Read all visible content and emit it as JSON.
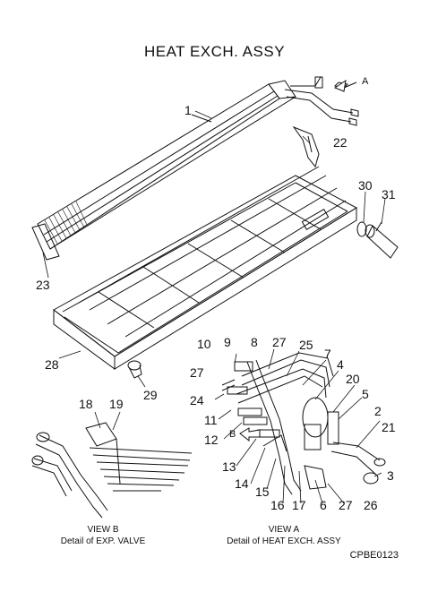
{
  "title": "HEAT EXCH. ASSY",
  "view_arrows": {
    "a": "A",
    "b": "B"
  },
  "labels": [
    "1",
    "22",
    "30",
    "31",
    "23",
    "28",
    "29",
    "10",
    "9",
    "8",
    "27",
    "25",
    "7",
    "4",
    "20",
    "5",
    "2",
    "21",
    "3",
    "27",
    "24",
    "11",
    "12",
    "13",
    "14",
    "15",
    "16",
    "17",
    "6",
    "27",
    "26",
    "18",
    "19"
  ],
  "captions": {
    "view_b_title": "VIEW B",
    "view_b_detail": "Detail of EXP. VALVE",
    "view_a_title": "VIEW A",
    "view_a_detail": "Detail of HEAT EXCH. ASSY"
  },
  "drawing_code": "CPBE0123"
}
